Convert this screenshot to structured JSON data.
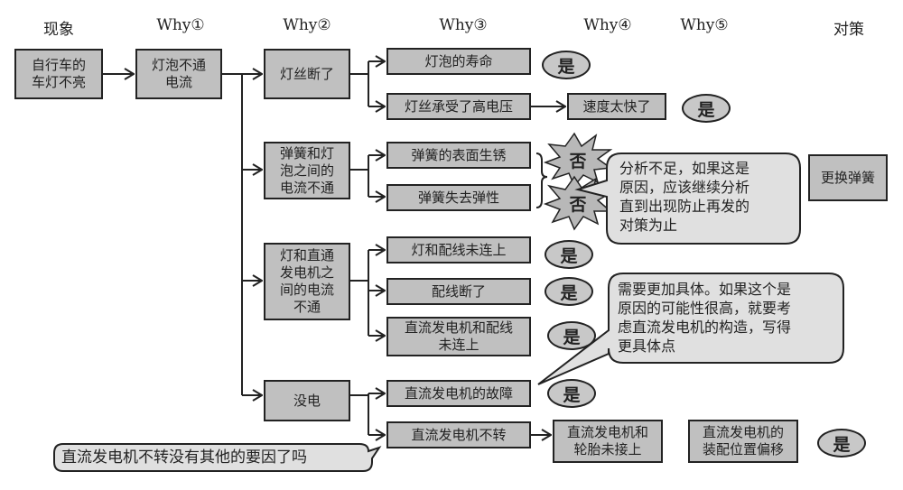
{
  "headers": {
    "phenomenon": "现象",
    "why1": "Why①",
    "why2": "Why②",
    "why3": "Why③",
    "why4": "Why④",
    "why5": "Why⑤",
    "countermeasure": "对策"
  },
  "nodes": {
    "phenomenon": "自行车的\n车灯不亮",
    "why1": "灯泡不通\n电流",
    "why2": [
      "灯丝断了",
      "弹簧和灯\n泡之间的\n电流不通",
      "灯和直通\n发电机之\n间的电流\n不通",
      "没电"
    ],
    "why3": [
      "灯泡的寿命",
      "灯丝承受了高电压",
      "弹簧的表面生锈",
      "弹簧失去弹性",
      "灯和配线未连上",
      "配线断了",
      "直流发电机和配线\n未连上",
      "直流发电机的故障",
      "直流发电机不转"
    ],
    "why4": [
      "速度太快了",
      "直流发电机和\n轮胎未接上"
    ],
    "why5": [
      "直流发电机的\n装配位置偏移"
    ],
    "countermeasure": [
      "更换弹簧"
    ]
  },
  "verdicts": {
    "yes": "是",
    "no": "否"
  },
  "callouts": {
    "insufficient": "分析不足，如果这是\n原因，应该继续分析\n直到出现防止再发的\n对策为止",
    "more_specific": "需要更加具体。如果这个是\n原因的可能性很高，就要考\n虑直流发电机的构造，写得\n更具体点",
    "other_causes": "直流发电机不转没有其他的要因了吗"
  },
  "colors": {
    "box_fill": "#c0c0c0",
    "callout_fill": "#e0e0e0",
    "line": "#222222"
  }
}
